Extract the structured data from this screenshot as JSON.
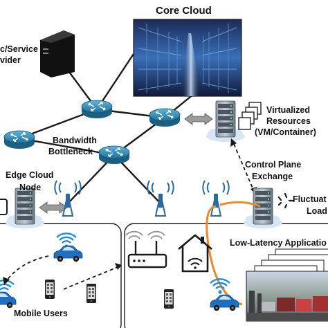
{
  "labels": {
    "core_cloud": "Core Cloud",
    "service_provider_line1": "c/Service",
    "service_provider_line2": "vider",
    "bandwidth_line1": "Bandwidth",
    "bandwidth_line2": "Bottleneck",
    "virtualized_line1": "Virtualized",
    "virtualized_line2": "Resources",
    "virtualized_line3": "(VM/Container)",
    "control_line1": "Control Plane",
    "control_line2": "Exchange",
    "edge_line1": "Edge Cloud",
    "edge_line2": "Node",
    "fluctuating_line1": "Fluctuat",
    "fluctuating_line2": "Load",
    "low_latency": "Low-Latency Applicatio",
    "mobile_users": "Mobile Users"
  },
  "colors": {
    "link": "#1a1a1a",
    "router_body": "#2f8fb8",
    "server_rack": "#6b7a86",
    "car": "#1f6fc0",
    "wifi": "#1e8fd6",
    "tower": "#2b6aa0",
    "orange_link": "#e88a2e",
    "cloud": "#d6e6f2"
  }
}
